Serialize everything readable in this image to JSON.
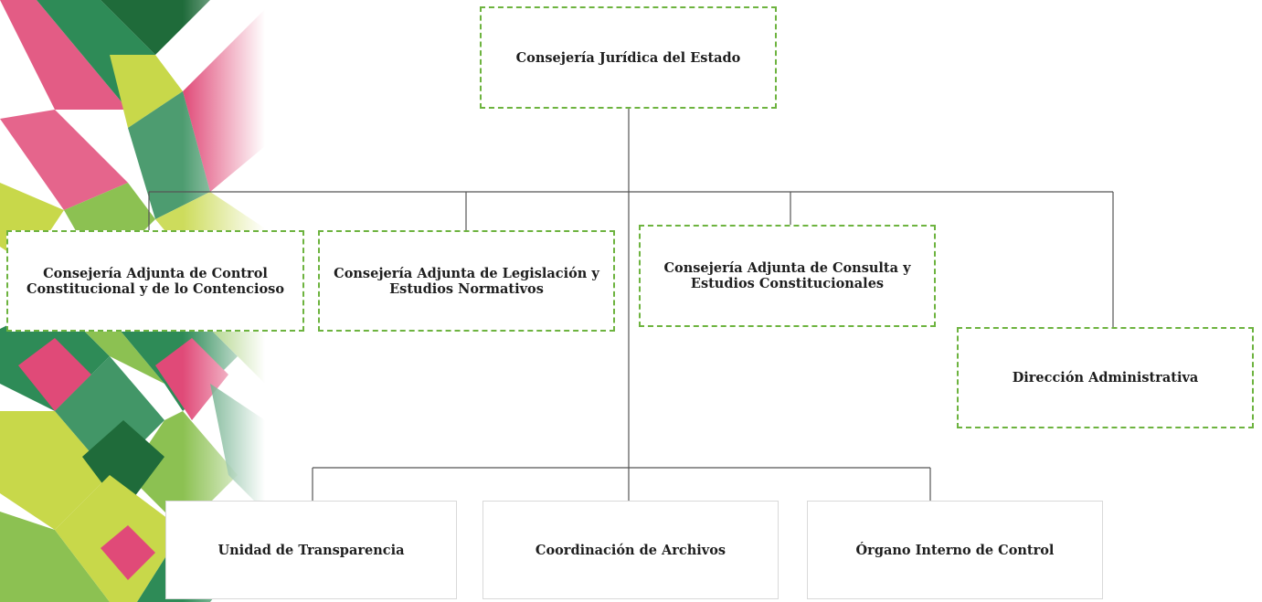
{
  "org_chart": {
    "root": {
      "label": "Consejería Jurídica del Estado"
    },
    "adjuntas": [
      {
        "label": "Consejería Adjunta de Control Constitucional y de lo Contencioso"
      },
      {
        "label": "Consejería Adjunta de Legislación y Estudios Normativos"
      },
      {
        "label": "Consejería Adjunta de Consulta y Estudios Constitucionales"
      },
      {
        "label": "Dirección Administrativa"
      }
    ],
    "support_units": [
      {
        "label": "Unidad de Transparencia"
      },
      {
        "label": "Coordinación de Archivos"
      },
      {
        "label": "Órgano Interno de Control"
      }
    ]
  },
  "colors": {
    "background_pattern": [
      "#2e8b57",
      "#e04a78",
      "#c8d84a",
      "#1f6b3a",
      "#8cc152"
    ],
    "dashed_border": "#6db33f",
    "connector": "#555555"
  }
}
